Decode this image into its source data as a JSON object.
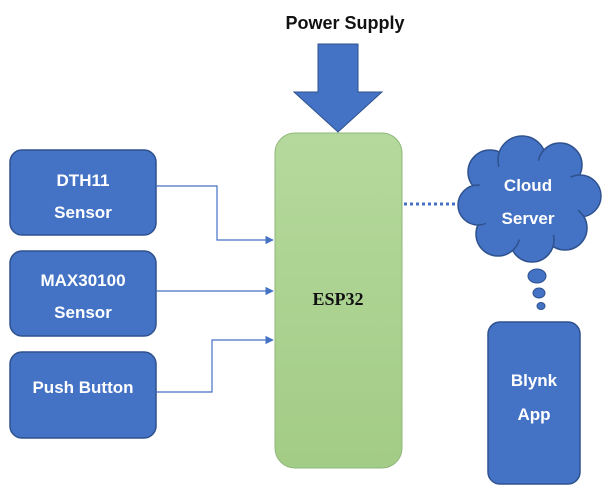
{
  "power_supply": {
    "label": "Power Supply"
  },
  "inputs": [
    {
      "lines": [
        "DTH11",
        "Sensor"
      ]
    },
    {
      "lines": [
        "MAX30100",
        "Sensor"
      ]
    },
    {
      "lines": [
        "Push Button"
      ]
    }
  ],
  "controller": {
    "label": "ESP32"
  },
  "cloud": {
    "lines": [
      "Cloud",
      "Server"
    ]
  },
  "app": {
    "lines": [
      "Blynk",
      "App"
    ]
  },
  "colors": {
    "block_fill": "#4472c4",
    "block_border": "#2f528f",
    "controller_fill": "#a9d18e",
    "controller_border": "#8fb87a",
    "connector": "#4472c4"
  }
}
